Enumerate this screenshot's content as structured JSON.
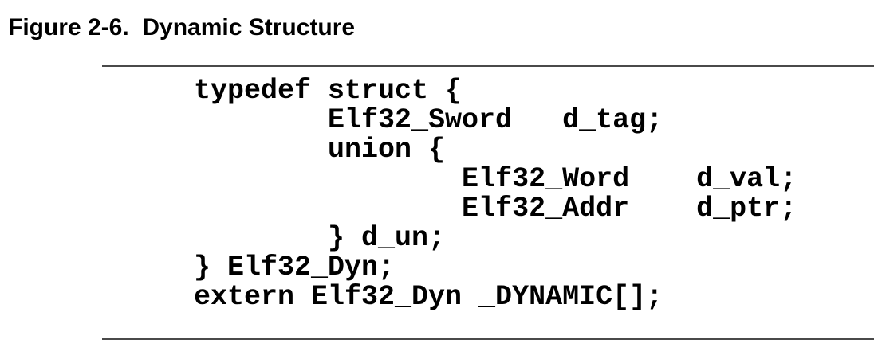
{
  "figure": {
    "label": "Figure 2-6.",
    "title": "Dynamic Structure",
    "heading": "Figure 2-6.  Dynamic Structure"
  },
  "code": {
    "language": "c",
    "lines": [
      "typedef struct {",
      "        Elf32_Sword   d_tag;",
      "        union {",
      "                Elf32_Word    d_val;",
      "                Elf32_Addr    d_ptr;",
      "        } d_un;",
      "} Elf32_Dyn;",
      "extern Elf32_Dyn _DYNAMIC[];"
    ]
  },
  "colors": {
    "background": "#ffffff",
    "text": "#000000",
    "rule": "#4a4a4a"
  }
}
